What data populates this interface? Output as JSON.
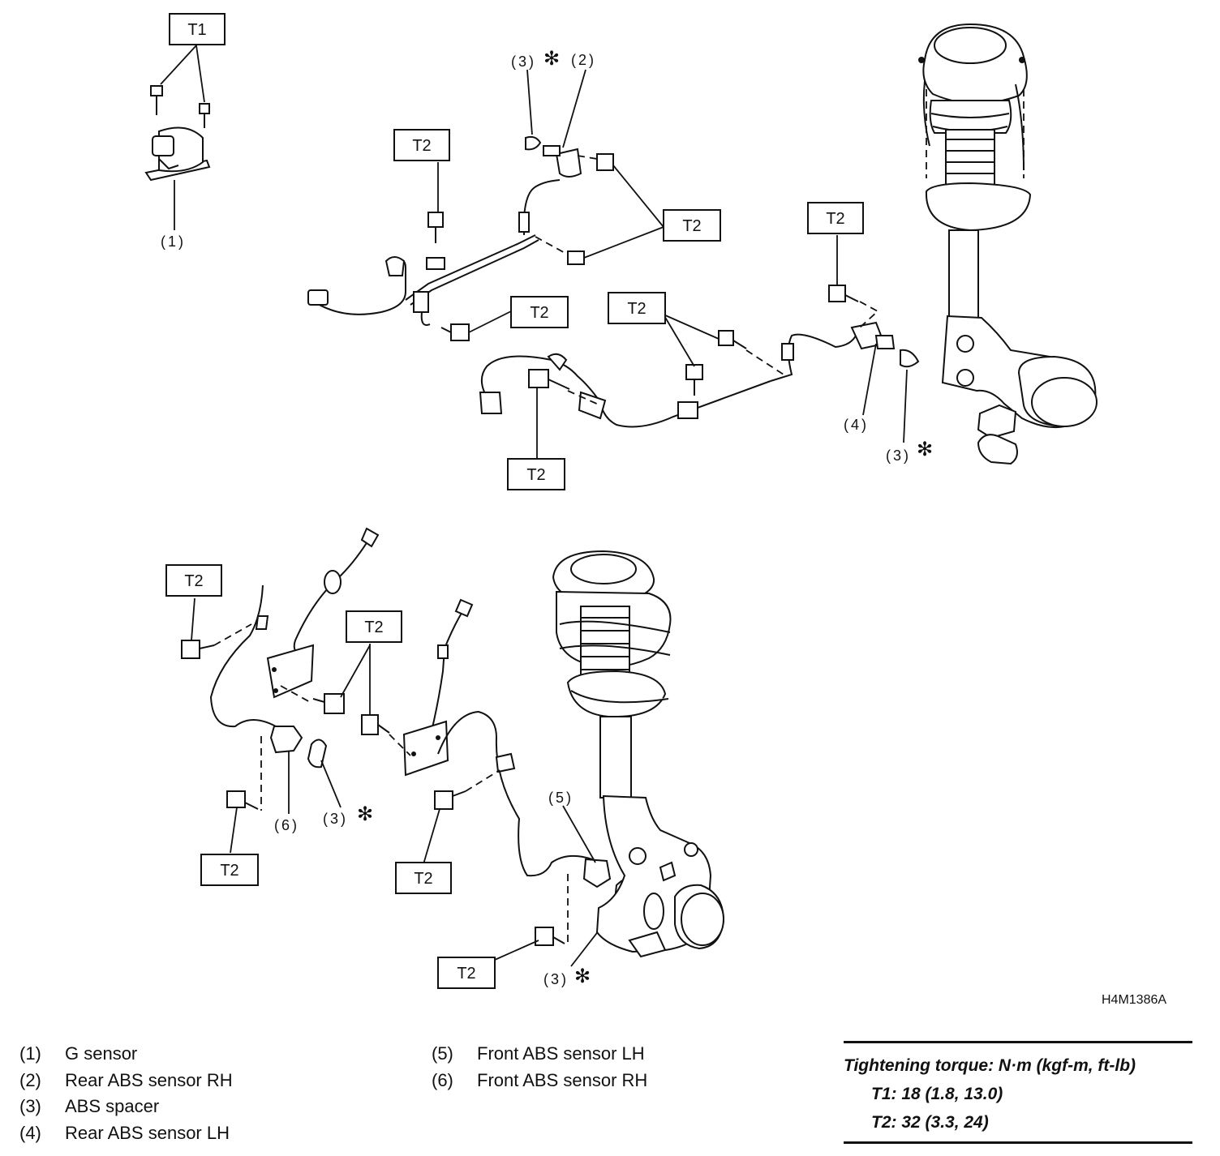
{
  "figure_id": "H4M1386A",
  "torque_labels": {
    "t1": "T1",
    "t2": "T2"
  },
  "callouts": {
    "c1": "(1)",
    "c2": "(2)",
    "c3": "(3)",
    "c4": "(4)",
    "c5": "(5)",
    "c6": "(6)",
    "asterisk": "✻"
  },
  "legend": {
    "left": [
      {
        "num": "(1)",
        "label": "G sensor"
      },
      {
        "num": "(2)",
        "label": "Rear ABS sensor RH"
      },
      {
        "num": "(3)",
        "label": "ABS spacer"
      },
      {
        "num": "(4)",
        "label": "Rear ABS sensor LH"
      }
    ],
    "right": [
      {
        "num": "(5)",
        "label": "Front ABS sensor LH"
      },
      {
        "num": "(6)",
        "label": "Front ABS sensor RH"
      }
    ]
  },
  "torque_spec": {
    "heading": "Tightening torque: N·m (kgf-m, ft-lb)",
    "t1": "T1: 18 (1.8, 13.0)",
    "t2": "T2: 32 (3.3, 24)"
  }
}
